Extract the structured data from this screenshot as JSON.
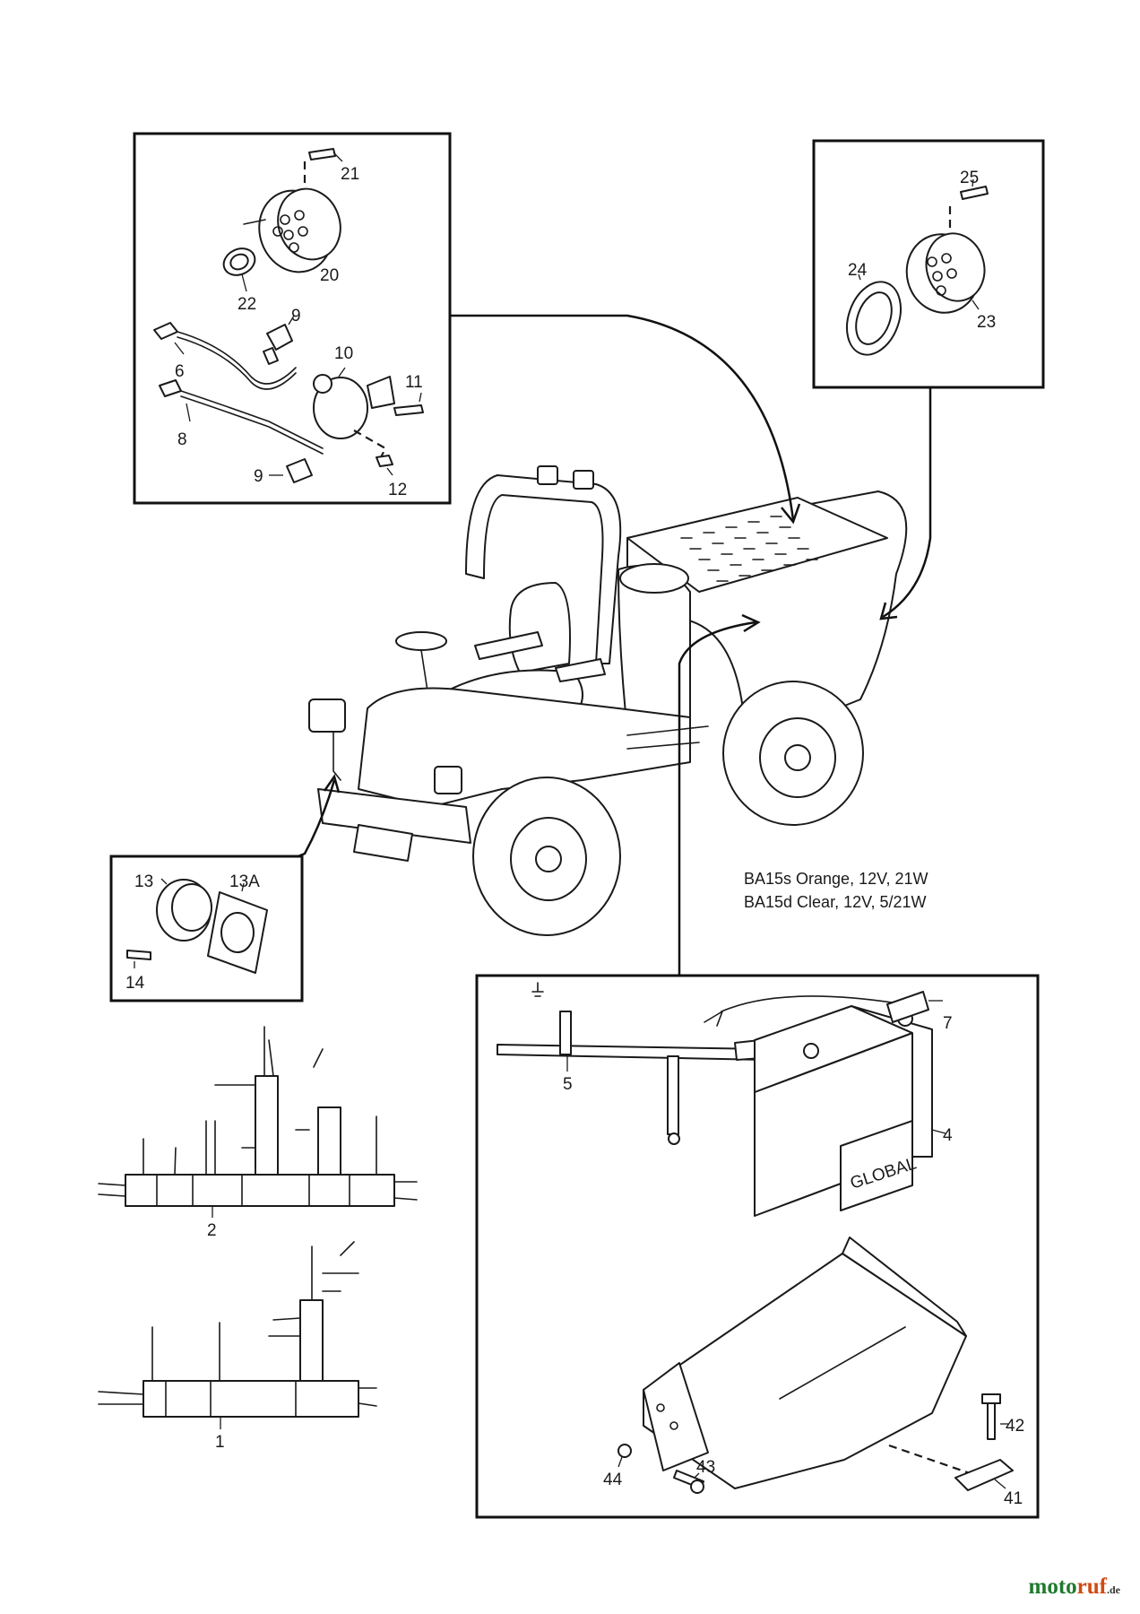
{
  "callouts": {
    "c1": "1",
    "c2": "2",
    "c4": "4",
    "c5": "5",
    "c6": "6",
    "c7": "7",
    "c8": "8",
    "c9a": "9",
    "c9b": "9",
    "c10": "10",
    "c11": "11",
    "c12": "12",
    "c13": "13",
    "c13a": "13A",
    "c14": "14",
    "c20": "20",
    "c21": "21",
    "c22": "22",
    "c23": "23",
    "c24": "24",
    "c25": "25",
    "c41": "41",
    "c42": "42",
    "c43": "43",
    "c44": "44"
  },
  "bulb_note": {
    "line1": "BA15s Orange, 12V, 21W",
    "line2": "BA15d Clear, 12V, 5/21W"
  },
  "battery_label": "GLOBAL",
  "watermark": {
    "part1": "moto",
    "part2": "ruf",
    "part3": ".de"
  }
}
